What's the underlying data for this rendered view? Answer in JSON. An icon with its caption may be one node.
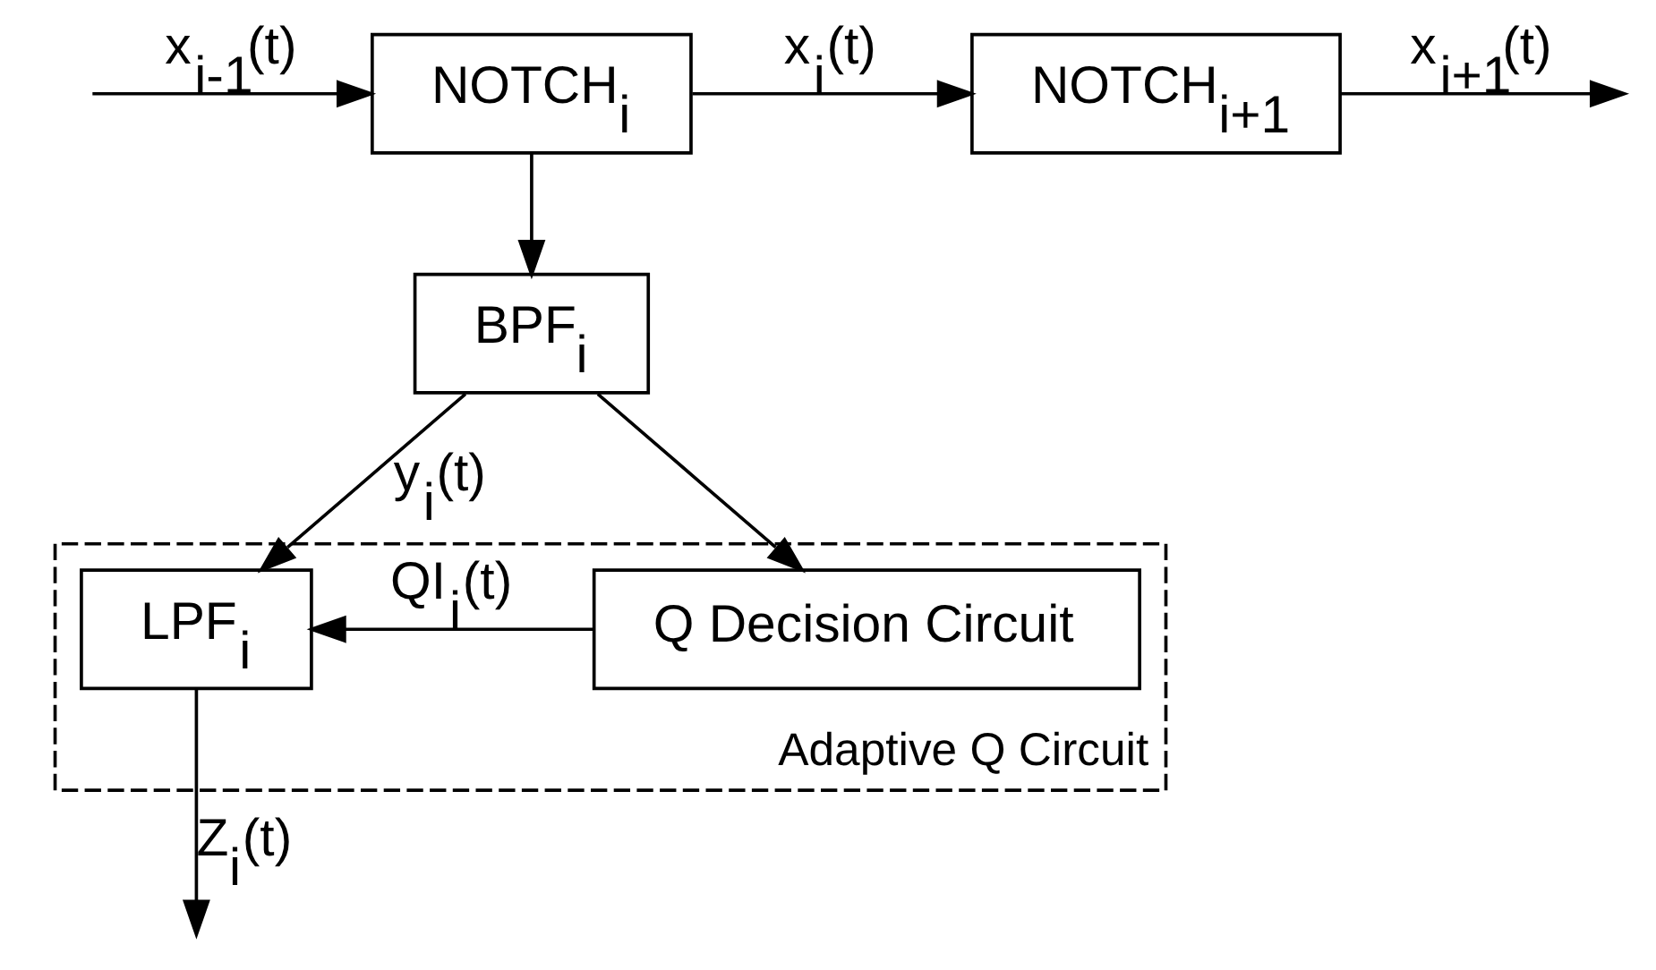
{
  "diagram": {
    "nodes": [
      {
        "text": [
          "NOTCH$_{i}$"
        ]
      },
      {
        "text": [
          "NOTCH$_{i+1}$"
        ]
      },
      {
        "text": [
          "BPF$_{i}$"
        ]
      },
      {
        "text": [
          "Adaptive Q Circuit"
        ]
      },
      {
        "text": [
          "LPF$_{i}$"
        ],
        "in": 3
      },
      {
        "text": [
          "Q Decision Circuit"
        ],
        "in": 3
      }
    ],
    "edges": [
      {
        "from": null,
        "to": 0,
        "arrow": "to",
        "label": "x$_{i-1}$(t)"
      },
      {
        "from": 0,
        "to": 1,
        "arrow": "to",
        "label": "x$_{i}$(t)"
      },
      {
        "from": 0,
        "to": 2,
        "arrow": "to"
      },
      {
        "from": 1,
        "to": null,
        "arrow": "to",
        "label": "x$_{i+1}$(t)"
      },
      {
        "from": 2,
        "to": 4,
        "arrow": "to",
        "label": "y$_{i}$(t)"
      },
      {
        "from": 2,
        "to": 5,
        "arrow": "to"
      },
      {
        "from": 5,
        "to": 4,
        "arrow": "to",
        "label": "QI$_{i}$(t)"
      },
      {
        "from": 4,
        "to": null,
        "arrow": "to",
        "label": "Z$_{i}$(t)"
      }
    ]
  }
}
